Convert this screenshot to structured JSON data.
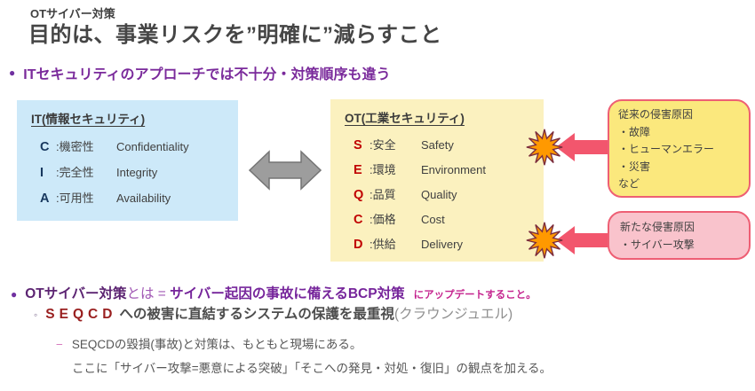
{
  "header": {
    "kicker": "OTサイバー対策",
    "title": "目的は、事業リスクを”明確に”減らすこと"
  },
  "bullet1": "ITセキュリティのアプローチでは不十分・対策順序も違う",
  "it_box": {
    "header": "IT(情報セキュリティ)",
    "items": [
      {
        "letter": "C",
        "jp": ":機密性",
        "en": "Confidentiality"
      },
      {
        "letter": "I",
        "jp": ":完全性",
        "en": "Integrity"
      },
      {
        "letter": "A",
        "jp": ":可用性",
        "en": "Availability"
      }
    ]
  },
  "ot_box": {
    "header": "OT(工業セキュリティ)",
    "items": [
      {
        "letter": "S",
        "jp": ":安全",
        "en": "Safety"
      },
      {
        "letter": "E",
        "jp": ":環境",
        "en": "Environment"
      },
      {
        "letter": "Q",
        "jp": ":品質",
        "en": "Quality"
      },
      {
        "letter": "C",
        "jp": ":価格",
        "en": "Cost"
      },
      {
        "letter": "D",
        "jp": ":供給",
        "en": "Delivery"
      }
    ]
  },
  "callout_legacy": {
    "lines": [
      "従来の侵害原因",
      "・故障",
      "・ヒューマンエラー",
      "・災害",
      "など"
    ]
  },
  "callout_new": {
    "lines": [
      "新たな侵害原因",
      "・サイバー攻撃"
    ]
  },
  "bullet2": {
    "strong1": "OTサイバー対策",
    "normal": "とは = ",
    "strong2": "サイバー起因の事故に備えるBCP対策",
    "suffix": "にアップデートすること。"
  },
  "sub_bullet": {
    "marker": "◦",
    "seqcd": "SEQCD",
    "text": "への被害に直結するシステムの保護を最重視",
    "paren": "(クラウンジュエル)"
  },
  "dash_line": {
    "marker": "−",
    "text": "SEQCDの毀損(事故)と対策は、もともと現場にある。"
  },
  "last_line": "ここに「サイバー攻撃=悪意による突破」「そこへの発見・対処・復旧」の観点を加える。",
  "colors": {
    "accent_purple": "#7030a0",
    "title_gray": "#454545",
    "it_letter_blue": "#17375e",
    "ot_letter_red": "#c00000",
    "seqcd_red": "#991f1f",
    "update_magenta": "#c5258f",
    "it_panel_blue": "#cde9f9",
    "ot_panel_yellow": "#fbf1bf",
    "legacy_callout_yellow": "#fbe87d",
    "new_callout_pink": "#f9c3cc",
    "callout_border_pink": "#ee5f74",
    "impact_arrow_pink": "#f2566d",
    "starburst_orange": "#ff9900",
    "double_arrow_gray": "#9d9d9d"
  }
}
